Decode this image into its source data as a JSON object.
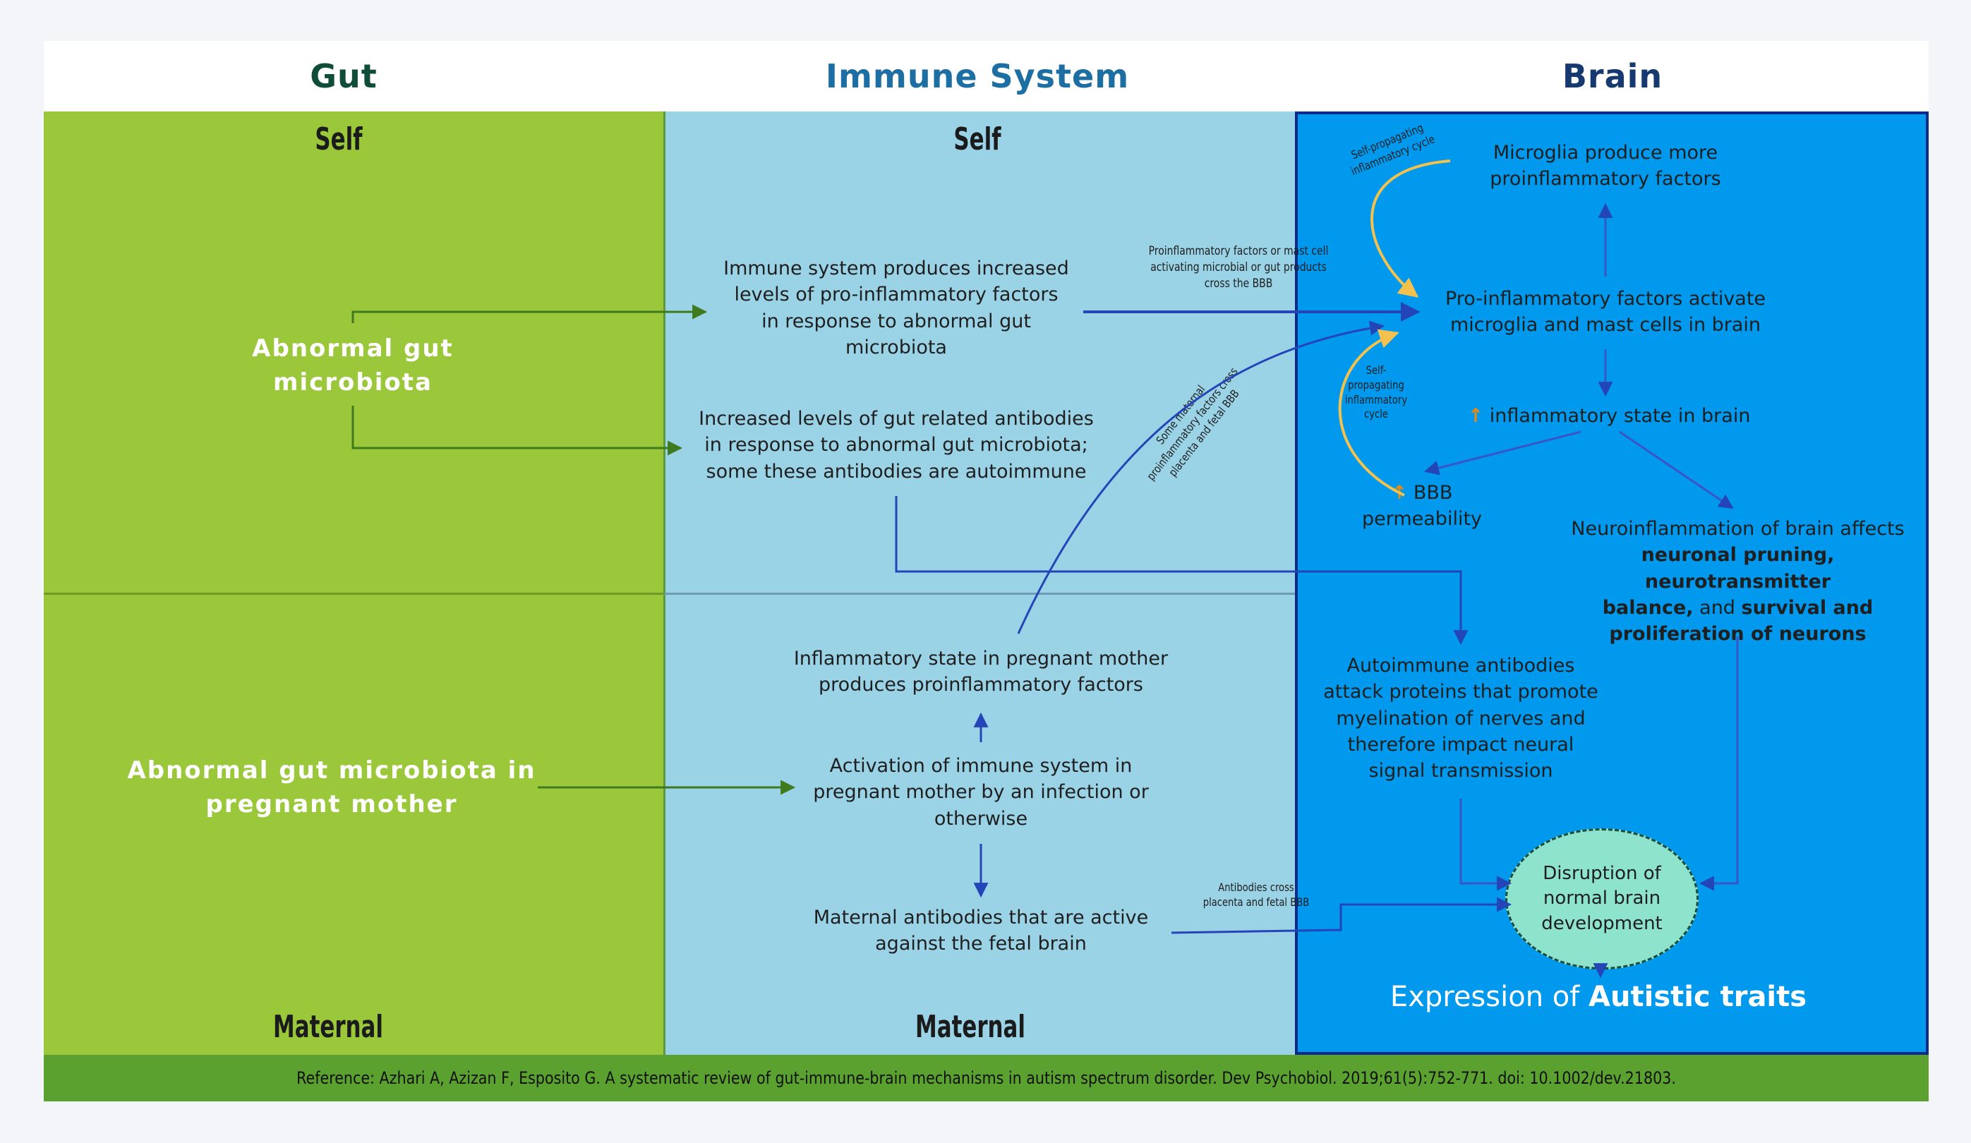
{
  "headers": {
    "gut": "Gut",
    "immune": "Immune System",
    "brain": "Brain"
  },
  "colors": {
    "gut_panel": "#9ac83a",
    "immune_panel": "#9ad2e6",
    "brain_panel": "#0099ee",
    "footer": "#5aa130",
    "gut_header": "#0f4d3a",
    "immune_header": "#1d6fa3",
    "brain_header": "#163a70",
    "arrow_blue": "#2445b8",
    "arrow_green": "#3f7a1e",
    "arrow_yellow": "#f2c14e",
    "ellipse_fill": "#8ee3cc"
  },
  "labels": {
    "gut_self": "Self",
    "gut_maternal": "Maternal",
    "immune_self": "Self",
    "immune_maternal": "Maternal"
  },
  "gut": {
    "abnormal_line1": "Abnormal gut",
    "abnormal_line2": "microbiota",
    "maternal_line1": "Abnormal gut microbiota in",
    "maternal_line2": "pregnant mother"
  },
  "immune": {
    "proinflam_l1": "Immune  system produces increased",
    "proinflam_l2": "levels of pro-inflammatory  factors",
    "proinflam_l3": "in response to abnormal gut",
    "proinflam_l4": "microbiota",
    "antibodies_l1": "Increased levels of gut related antibodies",
    "antibodies_l2": "in response to abnormal gut microbiota;",
    "antibodies_l3": "some these antibodies are autoimmune",
    "pregnant_state_l1": "Inflammatory  state in pregnant mother",
    "pregnant_state_l2": "produces proinflammatory  factors",
    "activation_l1": "Activation of immune system in",
    "activation_l2": "pregnant mother  by an infection or",
    "activation_l3": "otherwise",
    "maternal_ab_l1": "Maternal antibodies that are active",
    "maternal_ab_l2": "against the fetal brain"
  },
  "small_labels": {
    "proinflam_cross_l1": "Proinflammatory  factors  or mast cell",
    "proinflam_cross_l2": "activating  microbial  or gut products",
    "proinflam_cross_l3": "cross  the BBB",
    "maternal_factors_l1": "Some maternal",
    "maternal_factors_l2": "proinflammatory  factors  cross",
    "maternal_factors_l3": "placenta  and fetal BBB",
    "self_cycle_top_l1": "Self-propagating",
    "self_cycle_top_l2": "inflammatory  cycle",
    "self_cycle_mid_l1": "Self-",
    "self_cycle_mid_l2": "propagating",
    "self_cycle_mid_l3": "inflammatory",
    "self_cycle_mid_l4": "cycle",
    "antibodies_cross_l1": "Antibodies  cross",
    "antibodies_cross_l2": "placenta  and fetal BBB"
  },
  "brain": {
    "microglia_l1": "Microglia produce more",
    "microglia_l2": "proinflammatory factors",
    "activate_l1": "Pro-inflammatory  factors activate",
    "activate_l2": "microglia and mast cells in brain",
    "inflam_state": "inflammatory  state in brain",
    "bbb_l1": "BBB",
    "bbb_l2": "permeability",
    "neuro_l1": "Neuroinflammation  of brain affects",
    "neuro_b1": "neuronal pruning, neurotransmitter",
    "neuro_b2": "balance,",
    "neuro_t2": " and ",
    "neuro_b3": "survival and",
    "neuro_b4": "proliferation of neurons",
    "autoimmune_l1": "Autoimmune  antibodies",
    "autoimmune_l2": "attack proteins that promote",
    "autoimmune_l3": "myelination of nerves and",
    "autoimmune_l4": "therefore impact neural",
    "autoimmune_l5": "signal transmission",
    "disruption_l1": "Disruption of",
    "disruption_l2": "normal brain",
    "disruption_l3": "development",
    "expression_prefix": "Expression of ",
    "expression_bold": "Autistic traits",
    "up_arrow": "↑"
  },
  "footer": {
    "reference": "Reference: Azhari A, Azizan F, Esposito G. A systematic review of gut-immune-brain mechanisms in autism spectrum disorder. Dev Psychobiol. 2019;61(5):752-771. doi: 10.1002/dev.21803."
  }
}
